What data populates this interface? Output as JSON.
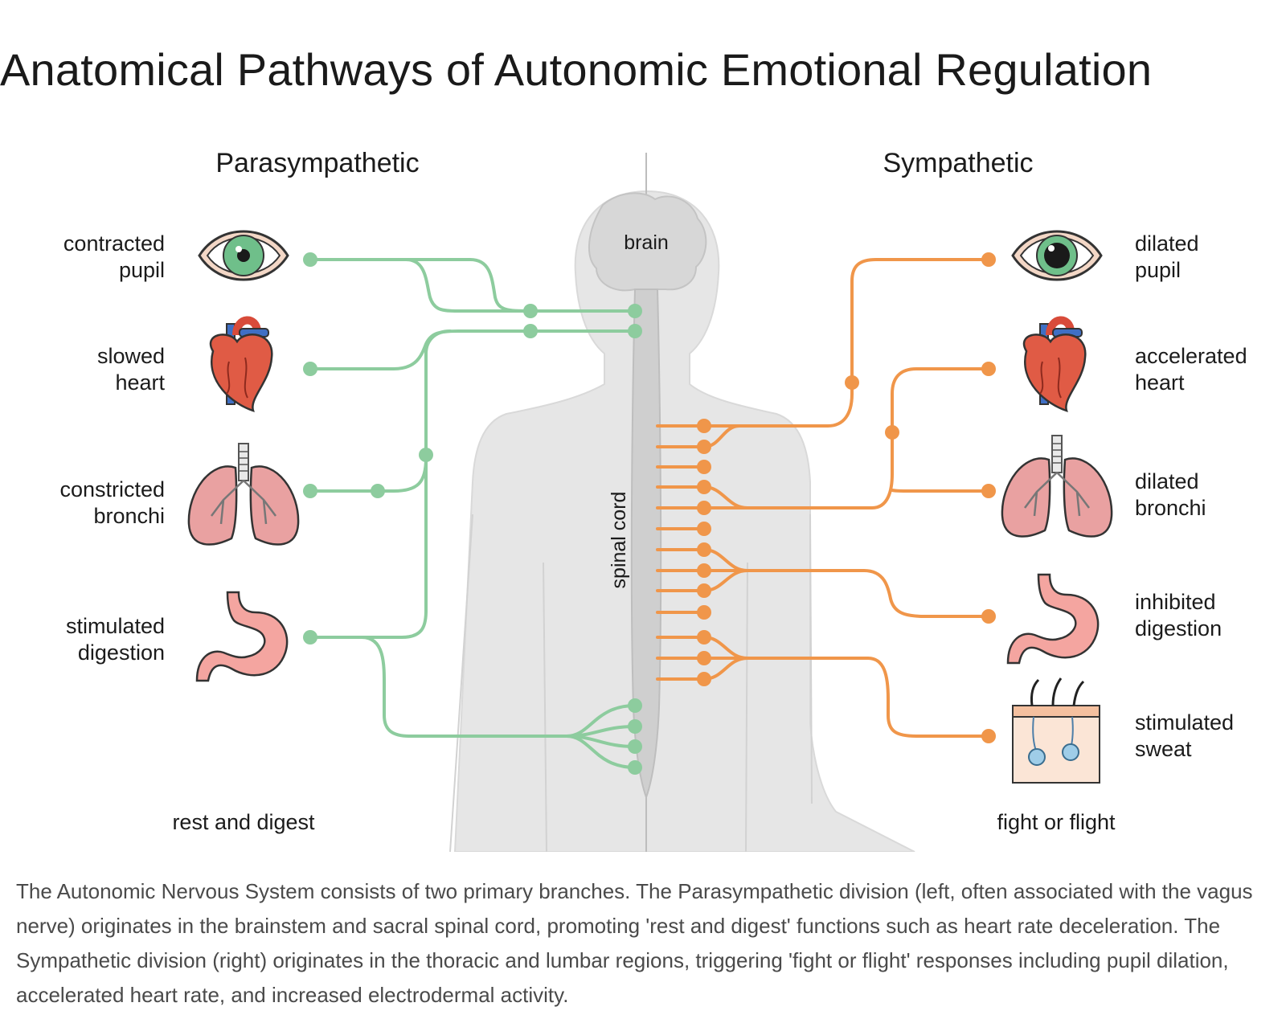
{
  "title": "Anatomical Pathways of Autonomic Emotional Regulation",
  "diagram": {
    "left_heading": "Parasympathetic",
    "right_heading": "Sympathetic",
    "center": {
      "brain": "brain",
      "spinal_cord": "spinal cord"
    },
    "left_organs": [
      {
        "line1": "contracted",
        "line2": "pupil"
      },
      {
        "line1": "slowed",
        "line2": "heart"
      },
      {
        "line1": "constricted",
        "line2": "bronchi"
      },
      {
        "line1": "stimulated",
        "line2": "digestion"
      }
    ],
    "right_organs": [
      {
        "line1": "dilated",
        "line2": "pupil"
      },
      {
        "line1": "accelerated",
        "line2": "heart"
      },
      {
        "line1": "dilated",
        "line2": "bronchi"
      },
      {
        "line1": "inhibited",
        "line2": "digestion"
      },
      {
        "line1": "stimulated",
        "line2": "sweat"
      }
    ],
    "left_footer": "rest and digest",
    "right_footer": "fight or flight",
    "colors": {
      "parasympathetic": "#8dcc9e",
      "sympathetic": "#f0964a",
      "body": "#e4e4e4",
      "spine": "#c9c9c9"
    }
  },
  "caption": "The Autonomic Nervous System consists of two primary branches. The Parasympathetic division (left, often associated with the vagus nerve) originates in the brainstem and sacral spinal cord, promoting 'rest and digest' functions such as heart rate deceleration. The Sympathetic division (right) originates in the thoracic and lumbar regions, triggering 'fight or flight' responses including pupil dilation, accelerated heart rate, and increased electrodermal activity."
}
